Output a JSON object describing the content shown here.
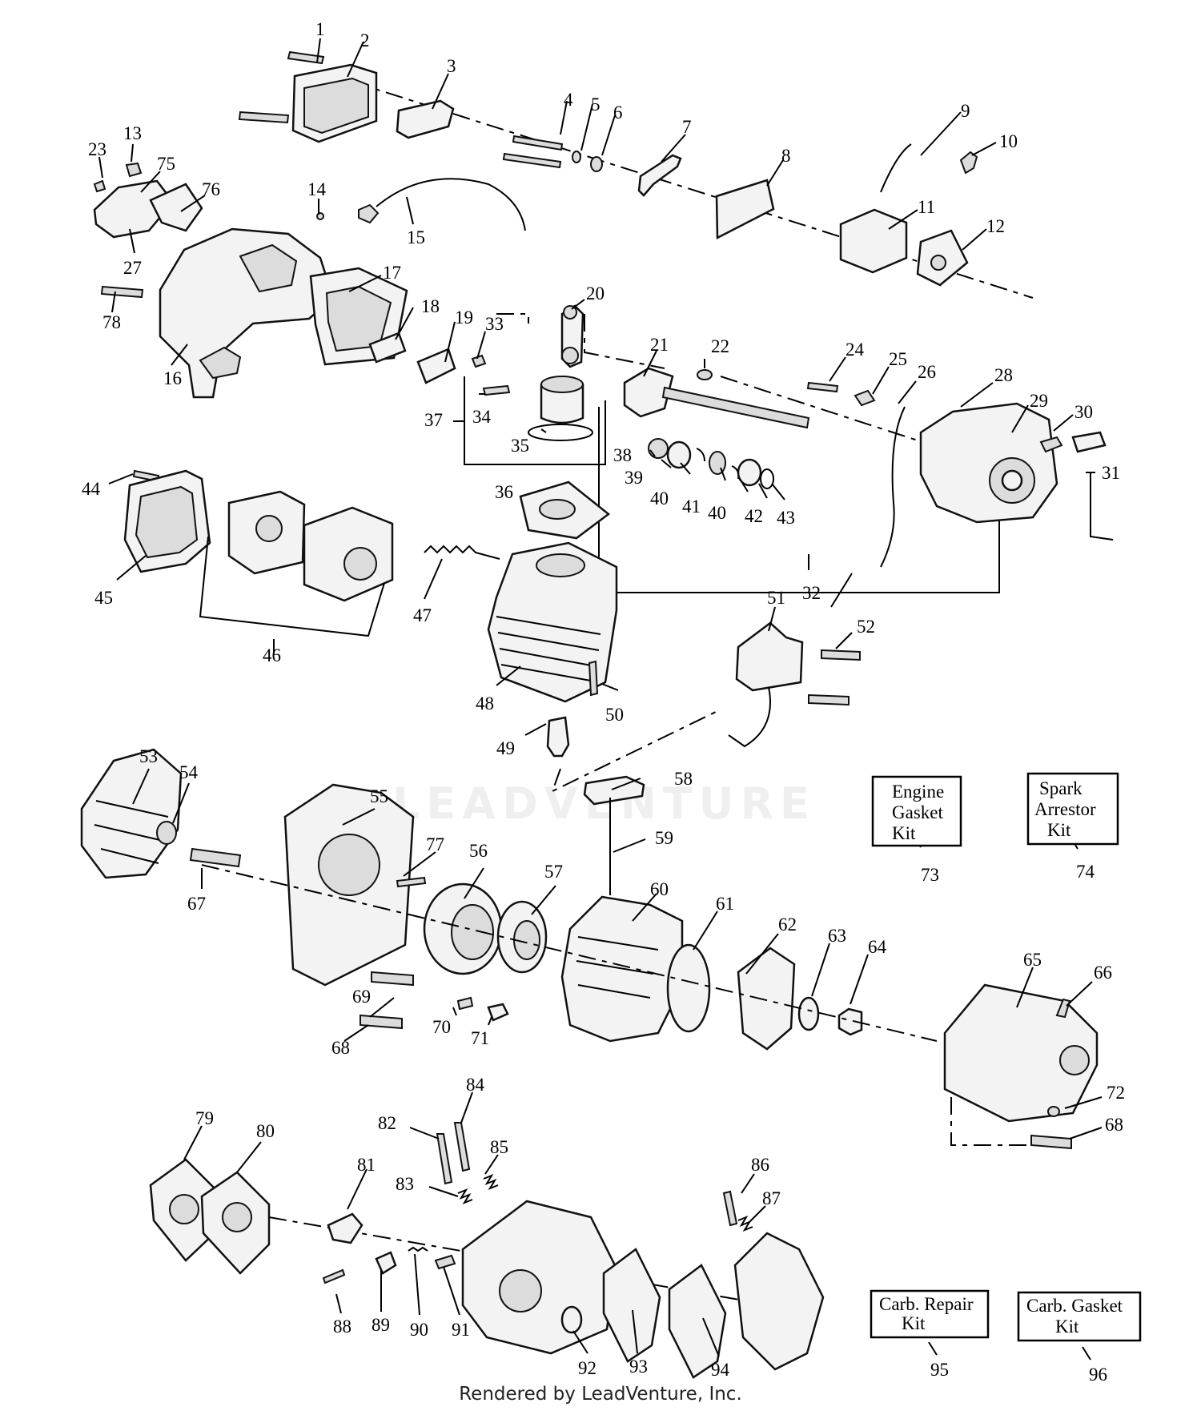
{
  "footer": "Rendered by LeadVenture, Inc.",
  "watermark": "LEADVENTURE",
  "kits": {
    "engine_gasket": {
      "line1": "Engine",
      "line2": "Gasket",
      "line3": "Kit",
      "ref": "73"
    },
    "spark_arrestor": {
      "line1": "Spark",
      "line2": "Arrestor",
      "line3": "Kit",
      "ref": "74"
    },
    "carb_repair": {
      "line1": "Carb. Repair",
      "line2": "Kit",
      "ref": "95"
    },
    "carb_gasket": {
      "line1": "Carb. Gasket",
      "line2": "Kit",
      "ref": "96"
    }
  },
  "callouts": [
    "1",
    "2",
    "3",
    "4",
    "5",
    "6",
    "7",
    "8",
    "9",
    "10",
    "11",
    "12",
    "13",
    "14",
    "15",
    "16",
    "17",
    "18",
    "19",
    "20",
    "21",
    "22",
    "23",
    "24",
    "25",
    "26",
    "27",
    "28",
    "29",
    "30",
    "31",
    "32",
    "33",
    "34",
    "35",
    "36",
    "37",
    "38",
    "39",
    "40",
    "40",
    "41",
    "42",
    "43",
    "44",
    "45",
    "46",
    "47",
    "48",
    "49",
    "50",
    "51",
    "52",
    "53",
    "54",
    "55",
    "56",
    "57",
    "58",
    "59",
    "60",
    "61",
    "62",
    "63",
    "64",
    "65",
    "66",
    "67",
    "68",
    "68",
    "69",
    "70",
    "71",
    "72",
    "75",
    "76",
    "77",
    "78",
    "79",
    "80",
    "81",
    "82",
    "83",
    "84",
    "85",
    "86",
    "87",
    "88",
    "89",
    "90",
    "91",
    "92",
    "93",
    "94"
  ]
}
